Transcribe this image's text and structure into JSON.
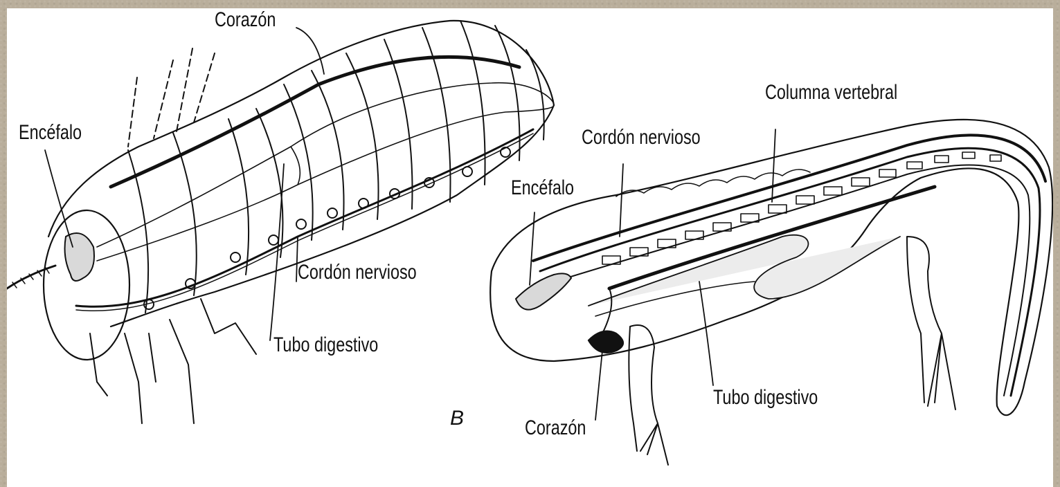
{
  "insect": {
    "labels": {
      "heart": "Corazón",
      "brain": "Encéfalo",
      "nerve_cord": "Cordón nervioso",
      "digestive_tube": "Tubo digestivo"
    }
  },
  "vertebrate": {
    "panel_letter": "B",
    "labels": {
      "spine": "Columna vertebral",
      "nerve_cord": "Cordón nervioso",
      "brain": "Encéfalo",
      "heart": "Corazón",
      "digestive_tube": "Tubo digestivo"
    }
  }
}
